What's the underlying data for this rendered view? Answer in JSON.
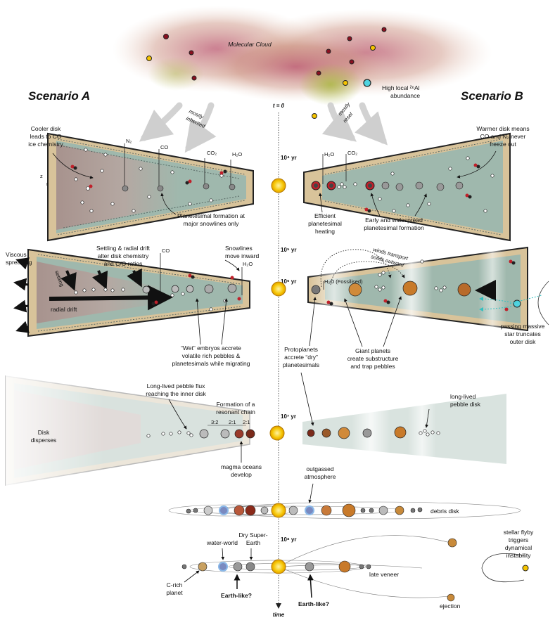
{
  "cloud": {
    "title": "Molecular Cloud",
    "al_label_line1": "High local ²⁶Al",
    "al_label_line2": "abundance"
  },
  "scenario_a": "Scenario A",
  "scenario_b": "Scenario B",
  "arrows_a": {
    "line1": "mostly",
    "line2": "inherited"
  },
  "arrows_b": {
    "line1": "mostly",
    "line2": "reset"
  },
  "timeline": {
    "t0": "t = 0",
    "ticks": [
      "10⁴ yr",
      "10⁵ yr",
      "10⁶ yr",
      "10⁷ yr",
      "10⁸ yr"
    ],
    "end": "time"
  },
  "snowlines": {
    "n2": "N₂",
    "co": "CO",
    "co2": "CO₂",
    "h2o": "H₂O",
    "h2o_fossil": "H₂O (Fossilised)"
  },
  "axes": {
    "z": "z",
    "r": "r"
  },
  "row1": {
    "a_cool": [
      "Cooler disk",
      "leads to CO",
      "ice chemistry"
    ],
    "a_plan": [
      "Planetesimal formation at",
      "major snowlines only"
    ],
    "b_warm": [
      "Warmer disk means",
      "CO and N₂ never",
      "freeze out"
    ],
    "b_heat": [
      "Efficient",
      "planetesimal",
      "heating"
    ],
    "b_early": [
      "Early and widespread",
      "planetesimal formation"
    ]
  },
  "row2": {
    "viscous": [
      "Viscous",
      "spreading"
    ],
    "settling_alter": [
      "Settling & radial drift",
      "alter disk chemistry",
      "and C/O ratios"
    ],
    "settling": "settling",
    "radial": "radial drift",
    "snowlines_move": [
      "Snowlines",
      "move inward"
    ],
    "wet": [
      "“Wet” embryos accrete",
      "volatile rich pebbles &",
      "planetesimals while migrating"
    ],
    "winds": [
      "winds transport",
      "solids outward"
    ],
    "protoplanets": [
      "Protoplanets",
      "accrete “dry”",
      "planetesimals"
    ],
    "giants": [
      "Giant planets",
      "create substructure",
      "and trap pebbles"
    ],
    "passing": [
      "passing massive",
      "star truncates",
      "outer disk"
    ]
  },
  "row3": {
    "pebble_flux": [
      "Long-lived pebble flux",
      "reaching the inner disk"
    ],
    "resonant": [
      "Formation of a",
      "resonant chain"
    ],
    "ratios": [
      "3:2",
      "2:1",
      "2:1"
    ],
    "disperses": [
      "Disk",
      "disperses"
    ],
    "magma": [
      "magma oceans",
      "develop"
    ],
    "long_lived": [
      "long-lived",
      "pebble disk"
    ]
  },
  "row4": {
    "outgassed": [
      "outgassed",
      "atmosphere"
    ],
    "debris": "debris disk"
  },
  "row5": {
    "water_world": "water-world",
    "dry_super": [
      "Dry Super-",
      "Earth"
    ],
    "c_rich": [
      "C-rich",
      "planet"
    ],
    "earth_a": "Earth-like?",
    "earth_b": "Earth-like?",
    "late_veneer": "late veneer",
    "ejection": "ejection",
    "flyby": [
      "stellar flyby",
      "triggers",
      "dynamical",
      "instability"
    ]
  },
  "colors": {
    "disk_tan": "#d8c39a",
    "disk_teal": "#9fb8ad",
    "disk_inner": "#b59a93",
    "sun": "#f5c400",
    "cloud": "#b8506a"
  }
}
